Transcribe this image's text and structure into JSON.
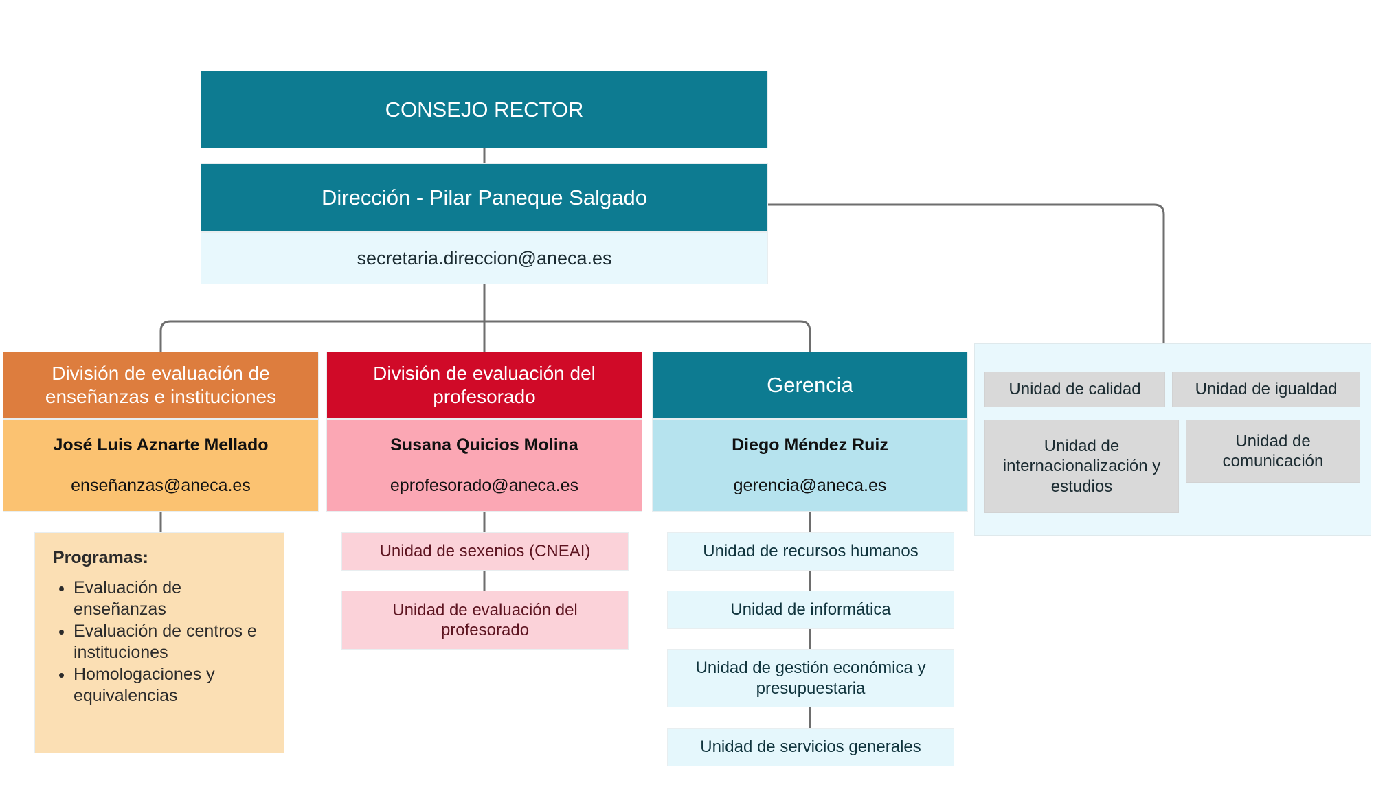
{
  "top": {
    "council": "CONSEJO RECTOR",
    "direction": "Dirección - Pilar Paneque Salgado",
    "direction_email": "secretaria.direccion@aneca.es"
  },
  "divisions": [
    {
      "id": "ensenanzas",
      "title": "División de evaluación de enseñanzas e instituciones",
      "person": "José Luis Aznarte Mellado",
      "email": "enseñanzas@aneca.es",
      "header_color": "#DD7D3E",
      "body_color": "#FBC271",
      "list_color": "#FBDFB4",
      "programs_label": "Programas:",
      "programs": [
        "Evaluación de enseñanzas",
        "Evaluación de centros e instituciones",
        "Homologaciones y equivalencias"
      ]
    },
    {
      "id": "profesorado",
      "title": "División de evaluación del profesorado",
      "person": "Susana Quicios Molina",
      "email": "eprofesorado@aneca.es",
      "header_color": "#D00A28",
      "body_color": "#FBA7B4",
      "unit_color": "#FBD2D9",
      "units": [
        "Unidad de sexenios (CNEAI)",
        "Unidad de evaluación del profesorado"
      ]
    },
    {
      "id": "gerencia",
      "title": "Gerencia",
      "person": "Diego Méndez Ruiz",
      "email": "gerencia@aneca.es",
      "header_color": "#0D7B91",
      "body_color": "#B6E3EE",
      "unit_color": "#E5F7FC",
      "units": [
        "Unidad de recursos humanos",
        "Unidad de informática",
        "Unidad de gestión económica y presupuestaria",
        "Unidad de servicios generales"
      ]
    }
  ],
  "support_panel": {
    "background": "#E9F8FD",
    "unit_color": "#D9D9D9",
    "units": [
      "Unidad de calidad",
      "Unidad de igualdad",
      "Unidad de internacionalización y estudios",
      "Unidad de comunicación"
    ]
  },
  "connector_color": "#6E6E6E"
}
